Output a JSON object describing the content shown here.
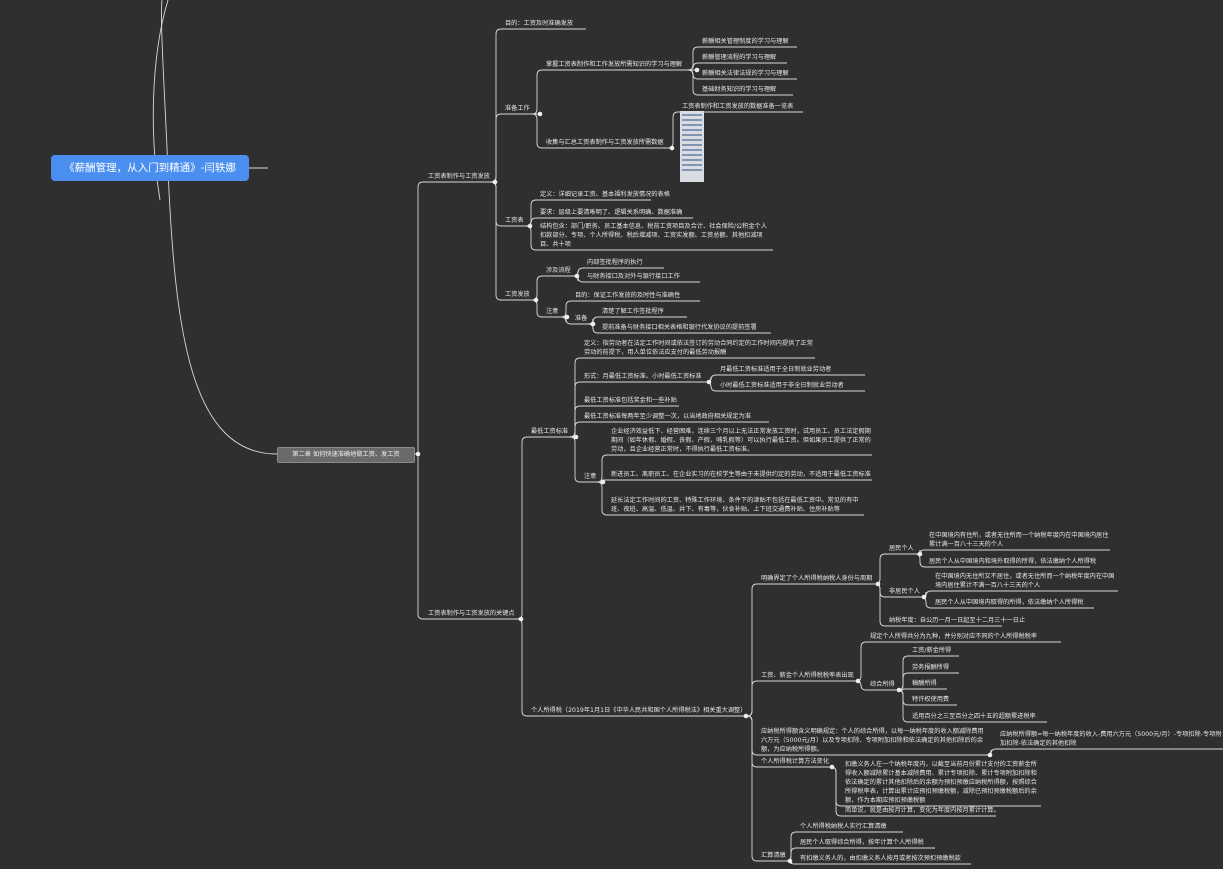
{
  "root": "《薪酬管理，从入门到精通》-闫轶娜",
  "chapter": "第二章 如何快速准确地做工资、发工资",
  "nodes": {
    "a1": "工资表制作与工资发放",
    "a1_goal": "目的：工资及时准确发放",
    "a1_prep": "准备工作",
    "a1_prep_k": "掌握工资表制作和工作发放所需知识的学习与理解",
    "a1_prep_k1": "薪酬相关管理制度的学习与理解",
    "a1_prep_k2": "薪酬管理流程的学习与理解",
    "a1_prep_k3": "薪酬相关法律法规的学习与理解",
    "a1_prep_k4": "基础财务知识的学习与理解",
    "a1_prep_c": "收集与汇总工资表制作与工资发放所需数据",
    "a1_prep_c1": "工资表制作和工资发放的数据准备一览表",
    "a1_table": "工资表",
    "a1_table_def": "定义：详细记录工资、基本福利发放情况的表格",
    "a1_table_req": "要求：层级上要清晰明了、逻辑关系明确、数据准确",
    "a1_table_struct": "结构包含：部门/职务、员工基本信息、税前工资项目及合计、社会保险/公积金个人扣款部分、专项、个人所得税、税后增减项、工资实发额、工资总额、其他扣减项目、共十项",
    "a1_pay": "工资发放",
    "a1_pay_inv": "涉及流程",
    "a1_pay_inv1": "内部签批程序的执行",
    "a1_pay_inv2": "与财务接口及对外与银行接口工作",
    "a1_pay_note": "注意",
    "a1_pay_note_goal": "目的：保证工作发放的及时性与准确性",
    "a1_pay_note_prep": "准备",
    "a1_pay_note_prep1": "清楚了解工作签批程序",
    "a1_pay_note_prep2": "提前准备与财务接口相关表格和银行代发协议的提前签署",
    "a2": "工资表制作与工资发放的关键点",
    "mw": "最低工资标准",
    "mw_def": "定义：指劳动者在法定工作时间或依法签订的劳动合同约定的工作时间内提供了正常劳动的前提下，用人单位依法应支付的最低劳动报酬",
    "mw_form": "形式：月最低工资标准、小时最低工资标准",
    "mw_form1": "月最低工资标准适用于全日制就业劳动者",
    "mw_form2": "小时最低工资标准适用于非全日制就业劳动者",
    "mw_social": "最低工资标准包括奖金和一些补贴",
    "mw_adjust": "最低工资标准每两年至少调整一次，以当地政府相关规定为准",
    "mw_note": "注意",
    "mw_note1": "企业经济效益低下、经营困难，连续三个月以上无法正常发放工资时，试用员工、员工法定假期期间（如年休假、婚假、丧假、产假、哺乳假等）可以执行最低工资。但如果员工提供了正常的劳动，且企业经营正常时，不得执行最低工资标准。",
    "mw_note2": "新进员工、离职员工、在企业实习的在校学生等由于未提供约定的劳动，不适用于最低工资标准",
    "mw_note3": "延长法定工作时间的工资、特殊工作环境、条件下的津贴不包括在最低工资中。常见的有中班、夜班、高温、低温、井下、有毒等，伙食补贴、上下班交通费补贴、住房补贴等",
    "tax": "个人所得税（2019年1月1日《中华人民共和国个人所得税法》相关重大调整）",
    "tax_id": "明确界定了个人所得税纳税人身份与周期",
    "tax_res": "居民个人",
    "tax_res1": "在中国境内有住所，或者无住所而一个纳税年度内在中国境内居住累计满一百八十三天的个人",
    "tax_res2": "居民个人从中国境内和境外取得的所得，依法缴纳个人所得税",
    "tax_non": "非居民个人",
    "tax_non1": "在中国境内无住所又不居住，或者无住所而一个纳税年度内在中国境内居住累计不满一百八十三天的个人",
    "tax_non2": "居民个人从中国境内取得的所得，依法缴纳个人所得税",
    "tax_year": "纳税年度：自公历一月一日起至十二月三十一日止",
    "tax_wage": "工资、薪金个人所得税税率表出现",
    "tax_wage_rate": "规定个人所得共分为九种，并分别对应不同的个人所得税税率",
    "tax_comp": "综合所得",
    "tax_comp1": "工资/薪金所得",
    "tax_comp2": "劳务报酬所得",
    "tax_comp3": "稿酬所得",
    "tax_comp4": "特许权使用费",
    "tax_comp5": "适用百分之三至百分之四十五的超额累进税率",
    "tax_calc": "应纳税所得额含义明确规定：个人的综合所得，以每一纳税年度的收入额减除费用六万元（5000元/月）以及专项扣除、专项附加扣除和依法确定的其他扣除后的余额，为应纳税所得额。",
    "tax_calc1": "应纳税所得额=每一纳税年度的收入-费用六万元（5000元/月）-专项扣除-专项附加扣除-依法确定的其他扣除",
    "tax_method": "个人所得税计算方法变化",
    "tax_method1": "扣缴义务人在一个纳税年度内，以截至当前月份累计支付的工资薪金所得收入额减除累计基本减除费用、累计专项扣除、累计专项附加扣除和依法确定的累计其他扣除后的余额为预扣预缴应纳税所得额，按照综合所得税率表，计算出累计应预扣预缴税额，减除已预扣预缴税额后的余额，作为本期应预扣预缴税额",
    "tax_method2": "简单说，就是由按月计算，变化为年度内按月累计计算。",
    "tax_settle": "汇算清缴",
    "tax_settle1": "个人所得税纳税人实行汇算清缴",
    "tax_settle2": "居民个人取得综合所得，按年计算个人所得税",
    "tax_settle3": "有扣缴义务人的，由扣缴义务人按月或者按次预扣预缴税款"
  }
}
